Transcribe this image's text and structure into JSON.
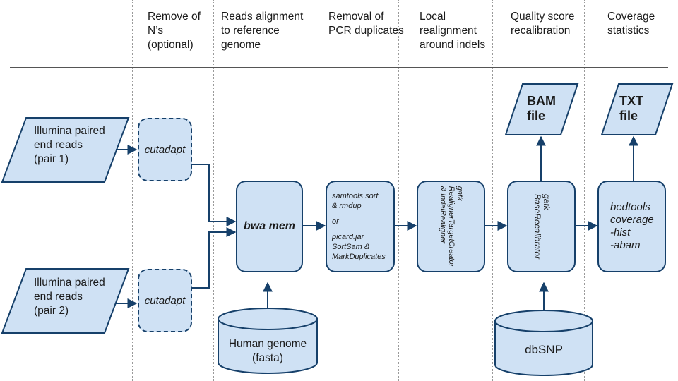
{
  "stages": [
    {
      "lines": [
        "Remove of",
        "N’s",
        "(optional)"
      ]
    },
    {
      "lines": [
        "Reads alignment",
        "to reference",
        "genome"
      ]
    },
    {
      "lines": [
        "Removal of",
        "PCR duplicates"
      ]
    },
    {
      "lines": [
        "Local",
        "realignment",
        "around indels"
      ]
    },
    {
      "lines": [
        "Quality score",
        "recalibration"
      ]
    },
    {
      "lines": [
        "Coverage",
        "statistics"
      ]
    }
  ],
  "inputs": [
    {
      "lines": [
        "Illumina paired",
        "end reads",
        "(pair 1)"
      ]
    },
    {
      "lines": [
        "Illumina paired",
        "end reads",
        "(pair 2)"
      ]
    }
  ],
  "tools": {
    "cutadapt_1": "cutadapt",
    "cutadapt_2": "cutadapt",
    "bwa": "bwa mem",
    "dedup": [
      "samtools sort",
      "& rmdup",
      "",
      "or",
      "",
      "picard.jar",
      "SortSam &",
      "MarkDuplicates"
    ],
    "realign": [
      "gatk",
      "RealignerTargetCreator",
      "& IndelRealigner"
    ],
    "recal": [
      "gatk",
      "BaseRecalibrator"
    ],
    "coverage": [
      "bedtools",
      "coverage",
      "-hist",
      "-abam"
    ]
  },
  "outputs": {
    "bam": [
      "BAM",
      "file"
    ],
    "txt": [
      "TXT",
      "file"
    ]
  },
  "databases": {
    "genome": [
      "Human genome",
      "(fasta)"
    ],
    "dbsnp": [
      "dbSNP"
    ]
  },
  "colors": {
    "fill": "#cfe1f4",
    "stroke": "#16406a"
  }
}
